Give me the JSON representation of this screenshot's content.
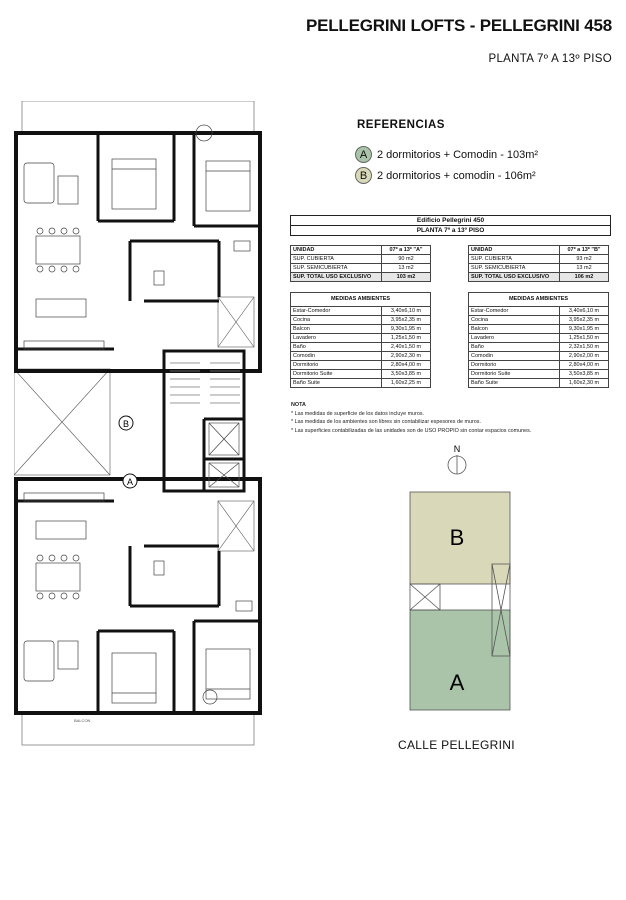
{
  "header": {
    "title": "PELLEGRINI LOFTS - PELLEGRINI 458",
    "subtitle": "PLANTA 7º A 13º PISO"
  },
  "referencias": {
    "title": "REFERENCIAS",
    "items": [
      {
        "letter": "A",
        "text": "2 dormitorios + Comodin - 103m²",
        "color": "#a9c4a8"
      },
      {
        "letter": "B",
        "text": "2 dormitorios + comodin - 106m²",
        "color": "#d9d8b8"
      }
    ]
  },
  "building": {
    "name": "Edificio Pellegrini 450",
    "floor": "PLANTA 7º a 13º PISO"
  },
  "surfaces": {
    "a": {
      "head": [
        "UNIDAD",
        "07º a 13º \"A\""
      ],
      "rows": [
        [
          "SUP. CUBIERTA",
          "90 m2"
        ],
        [
          "SUP. SEMICUBIERTA",
          "13 m2"
        ]
      ],
      "total": [
        "SUP. TOTAL USO EXCLUSIVO",
        "103 m2"
      ]
    },
    "b": {
      "head": [
        "UNIDAD",
        "07º a 13º \"B\""
      ],
      "rows": [
        [
          "SUP. CUBIERTA",
          "93 m2"
        ],
        [
          "SUP. SEMICUBIERTA",
          "13 m2"
        ]
      ],
      "total": [
        "SUP. TOTAL USO EXCLUSIVO",
        "106 m2"
      ]
    }
  },
  "medidas": {
    "a": {
      "title": "MEDIDAS AMBIENTES",
      "rows": [
        [
          "Estar-Comedor",
          "3,40x6,10 m"
        ],
        [
          "Cocina",
          "3,95x2,35 m"
        ],
        [
          "Balcon",
          "9,30x1,95 m"
        ],
        [
          "Lavadero",
          "1,25x1,50 m"
        ],
        [
          "Baño",
          "2,40x1,50 m"
        ],
        [
          "Comodin",
          "2,90x2,30 m"
        ],
        [
          "Dormitorio",
          "2,80x4,00 m"
        ],
        [
          "Dormitorio Suite",
          "3,50x3,85 m"
        ],
        [
          "Baño Suite",
          "1,60x2,25 m"
        ]
      ]
    },
    "b": {
      "title": "MEDIDAS AMBIENTES",
      "rows": [
        [
          "Estar-Comedor",
          "3,40x6,10 m"
        ],
        [
          "Cocina",
          "3,95x2,35 m"
        ],
        [
          "Balcon",
          "9,30x1,95 m"
        ],
        [
          "Lavadero",
          "1,25x1,50 m"
        ],
        [
          "Baño",
          "2,32x1,50 m"
        ],
        [
          "Comodin",
          "2,90x2,00 m"
        ],
        [
          "Dormitorio",
          "2,80x4,00 m"
        ],
        [
          "Dormitorio Suite",
          "3,50x3,85 m"
        ],
        [
          "Baño Suite",
          "1,60x2,30 m"
        ]
      ]
    }
  },
  "notes": {
    "title": "NOTA",
    "lines": [
      "* Las medidas de superficie de los datos incluye muros.",
      "* Las medidas de los ambientes son libres sin contabilizar espesores de muros.",
      "* Las superficies contabilizadas de las unidades son de USO PROPIO sin contar espacios comunes."
    ]
  },
  "plan": {
    "unit_a_marker": "A",
    "unit_b_marker": "B",
    "balcony_label": "BALCON"
  },
  "site": {
    "north_label": "N",
    "unit_b_label": "B",
    "unit_a_label": "A",
    "street": "CALLE PELLEGRINI",
    "colors": {
      "a": "#a9c4a8",
      "b": "#d9d8b8"
    }
  }
}
